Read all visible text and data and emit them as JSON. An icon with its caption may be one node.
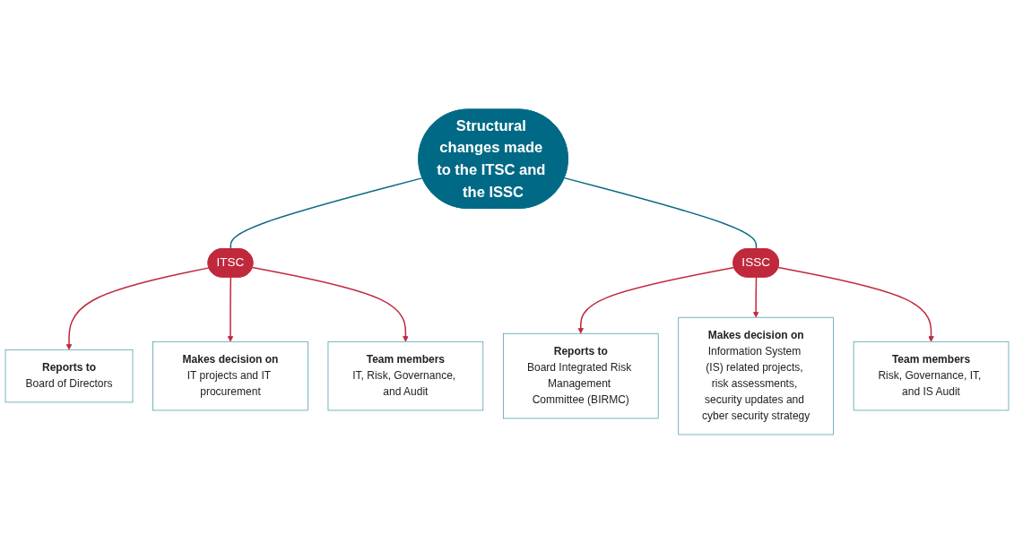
{
  "diagram": {
    "nodes": [
      {
        "text": [
          "Structural changes made to the ITSC and the ISSC"
        ]
      },
      {
        "text": [
          "ITSC"
        ]
      },
      {
        "text": [
          "ISSC"
        ]
      },
      {
        "text": [
          "Reports to",
          "Board of Directors"
        ]
      },
      {
        "text": [
          "Makes decision on",
          "IT projects and IT procurement"
        ]
      },
      {
        "text": [
          "Team members",
          "IT, Risk, Governance, and Audit"
        ]
      },
      {
        "text": [
          "Reports to",
          "Board Integrated Risk Management Committee (BIRMC)"
        ]
      },
      {
        "text": [
          "Makes decision on",
          "Information System (IS) related projects, risk assessments, security updates and cyber security strategy"
        ]
      },
      {
        "text": [
          "Team members",
          "Risk, Governance, IT, and IS Audit"
        ]
      }
    ],
    "edges": [
      {
        "from": 0,
        "to": 1,
        "arrow": "none",
        "color": "#0d6b84"
      },
      {
        "from": 0,
        "to": 2,
        "arrow": "none",
        "color": "#0d6b84"
      },
      {
        "from": 1,
        "to": 3,
        "arrow": "to"
      },
      {
        "from": 1,
        "to": 4,
        "arrow": "to"
      },
      {
        "from": 1,
        "to": 5,
        "arrow": "to"
      },
      {
        "from": 2,
        "to": 6,
        "arrow": "to"
      },
      {
        "from": 2,
        "to": 7,
        "arrow": "to"
      },
      {
        "from": 2,
        "to": 8,
        "arrow": "to"
      }
    ]
  }
}
